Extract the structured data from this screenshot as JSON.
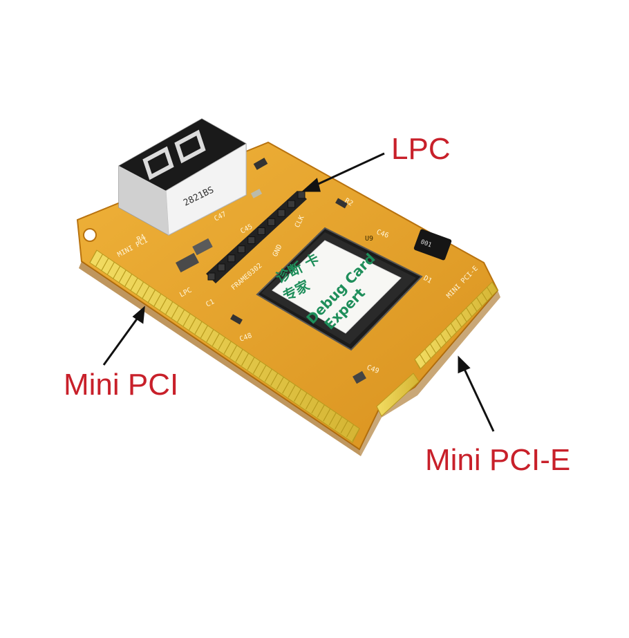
{
  "labels": {
    "lpc": "LPC",
    "mini_pci": "Mini PCI",
    "mini_pcie": "Mini PCI-E"
  },
  "board": {
    "display_part": "2821BS",
    "chip_part": "U9",
    "chip_sticker": {
      "line1": "诊断 卡",
      "line2": "专家",
      "line3": "Debug Card",
      "line4": "Expert"
    },
    "silk": {
      "mini_pci_mark": "MINI PCI",
      "mini_pcie_mark": "MINI PCI-E",
      "gnd": "GND",
      "clk": "CLK",
      "lpc": "LPC",
      "frame": "FRAME0302",
      "c48": "C48",
      "c46": "C46",
      "c47": "C47",
      "r2": "R2",
      "d1": "D1",
      "c1": "C1",
      "r4": "R4",
      "c49": "C49",
      "c45": "C45",
      "inductor": "001"
    }
  },
  "colors": {
    "background": "#ffffff",
    "label": "#c8202a",
    "pcb": "#e8a62c",
    "pcb_dark": "#c98416",
    "pcb_edge": "#b8720e",
    "gold": "#e9cf4a",
    "gold_dark": "#b89a1e",
    "display_body": "#efefef",
    "display_face": "#1a1a1a",
    "chip": "#1b1b1b",
    "sticker": "#f7f7f4",
    "sticker_text": "#1e8e5a",
    "arrow": "#111111"
  }
}
